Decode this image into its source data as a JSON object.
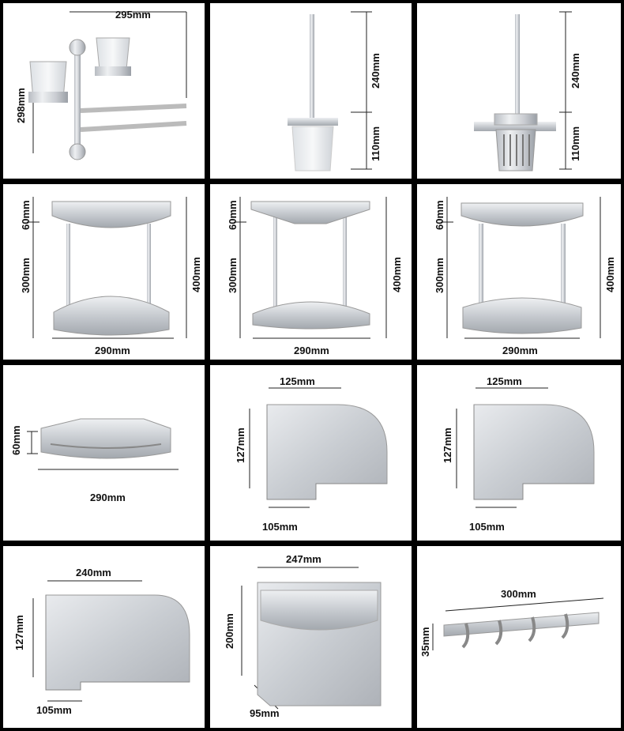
{
  "products": [
    {
      "name": "towel-bar-cup-holder",
      "dims": [
        "295mm",
        "298mm"
      ]
    },
    {
      "name": "toilet-brush-holder-glass",
      "dims": [
        "240mm",
        "110mm"
      ]
    },
    {
      "name": "toilet-brush-holder-metal",
      "dims": [
        "240mm",
        "110mm"
      ]
    },
    {
      "name": "corner-shelf-two-tier-a",
      "dims": [
        "60mm",
        "300mm",
        "400mm",
        "290mm"
      ]
    },
    {
      "name": "corner-shelf-two-tier-wire",
      "dims": [
        "60mm",
        "300mm",
        "400mm",
        "290mm"
      ]
    },
    {
      "name": "corner-shelf-two-tier-solid",
      "dims": [
        "60mm",
        "300mm",
        "400mm",
        "290mm"
      ]
    },
    {
      "name": "corner-shelf-single",
      "dims": [
        "60mm",
        "290mm"
      ]
    },
    {
      "name": "tissue-holder-round-a",
      "dims": [
        "125mm",
        "127mm",
        "105mm"
      ]
    },
    {
      "name": "tissue-holder-round-b",
      "dims": [
        "125mm",
        "127mm",
        "105mm"
      ]
    },
    {
      "name": "tissue-holder-wide",
      "dims": [
        "240mm",
        "127mm",
        "105mm"
      ]
    },
    {
      "name": "tissue-box-tall",
      "dims": [
        "247mm",
        "200mm",
        "95mm"
      ]
    },
    {
      "name": "robe-hook-rail",
      "dims": [
        "300mm",
        "35mm"
      ]
    }
  ]
}
